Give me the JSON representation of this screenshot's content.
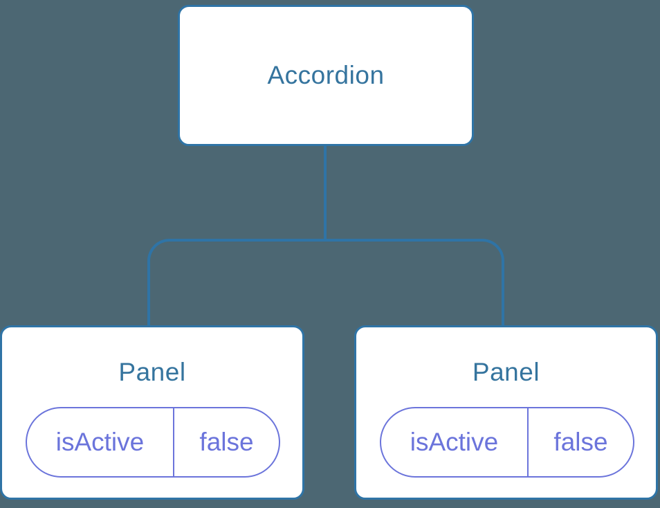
{
  "diagram": {
    "type": "component-tree",
    "root": {
      "label": "Accordion"
    },
    "children": [
      {
        "label": "Panel",
        "state": {
          "name": "isActive",
          "value": "false"
        }
      },
      {
        "label": "Panel",
        "state": {
          "name": "isActive",
          "value": "false"
        }
      }
    ],
    "colors": {
      "background": "#4C6773",
      "connector": "#2F74A6",
      "box_border": "#2F74A6",
      "box_fill": "#FFFFFF",
      "title_text": "#35749E",
      "state_accent": "#6B74DB"
    }
  }
}
